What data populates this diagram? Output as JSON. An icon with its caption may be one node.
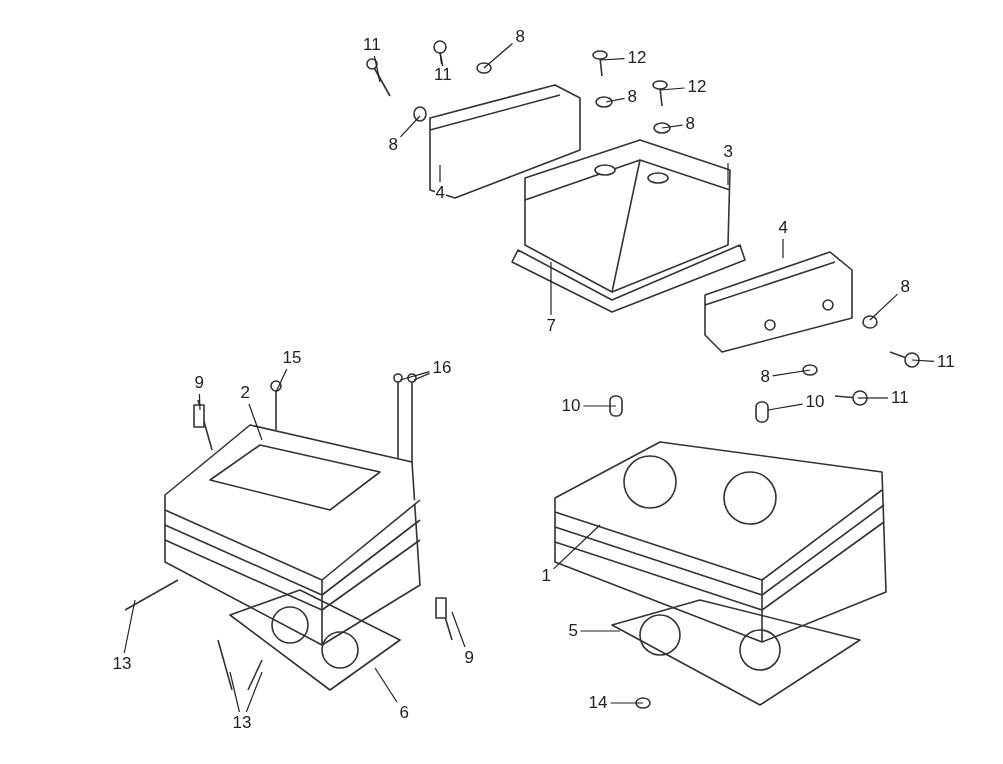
{
  "diagram": {
    "nodes": [
      {
        "text": [
          "11"
        ]
      },
      {
        "text": [
          "8"
        ]
      },
      {
        "text": [
          "12"
        ]
      },
      {
        "text": [
          "11"
        ]
      },
      {
        "text": [
          "12"
        ]
      },
      {
        "text": [
          "8"
        ]
      },
      {
        "text": [
          "8"
        ]
      },
      {
        "text": [
          "8"
        ]
      },
      {
        "text": [
          "3"
        ]
      },
      {
        "text": [
          "4"
        ]
      },
      {
        "text": [
          "4"
        ]
      },
      {
        "text": [
          "8"
        ]
      },
      {
        "text": [
          "7"
        ]
      },
      {
        "text": [
          "15"
        ]
      },
      {
        "text": [
          "11"
        ]
      },
      {
        "text": [
          "16"
        ]
      },
      {
        "text": [
          "8"
        ]
      },
      {
        "text": [
          "9"
        ]
      },
      {
        "text": [
          "2"
        ]
      },
      {
        "text": [
          "11"
        ]
      },
      {
        "text": [
          "10"
        ]
      },
      {
        "text": [
          "10"
        ]
      },
      {
        "text": [
          "1"
        ]
      },
      {
        "text": [
          "5"
        ]
      },
      {
        "text": [
          "9"
        ]
      },
      {
        "text": [
          "13"
        ]
      },
      {
        "text": [
          "14"
        ]
      },
      {
        "text": [
          "6"
        ]
      },
      {
        "text": [
          "13"
        ]
      }
    ],
    "edges": [
      {
        "from": 0,
        "to": null,
        "arrow": "none"
      },
      {
        "from": 1,
        "to": null,
        "arrow": "none"
      },
      {
        "from": 2,
        "to": null,
        "arrow": "none"
      },
      {
        "from": 3,
        "to": null,
        "arrow": "none"
      },
      {
        "from": 4,
        "to": null,
        "arrow": "none"
      },
      {
        "from": 5,
        "to": null,
        "arrow": "none"
      },
      {
        "from": 6,
        "to": null,
        "arrow": "none"
      },
      {
        "from": 7,
        "to": null,
        "arrow": "none"
      },
      {
        "from": 8,
        "to": null,
        "arrow": "none"
      },
      {
        "from": 9,
        "to": null,
        "arrow": "none"
      },
      {
        "from": 10,
        "to": null,
        "arrow": "none"
      },
      {
        "from": 11,
        "to": null,
        "arrow": "none"
      },
      {
        "from": 12,
        "to": null,
        "arrow": "none"
      },
      {
        "from": 13,
        "to": null,
        "arrow": "none"
      },
      {
        "from": 14,
        "to": null,
        "arrow": "none"
      },
      {
        "from": 15,
        "to": null,
        "arrow": "none"
      },
      {
        "from": 15,
        "to": null,
        "arrow": "none"
      },
      {
        "from": 16,
        "to": null,
        "arrow": "none"
      },
      {
        "from": 17,
        "to": null,
        "arrow": "none"
      },
      {
        "from": 18,
        "to": null,
        "arrow": "none"
      },
      {
        "from": 19,
        "to": null,
        "arrow": "none"
      },
      {
        "from": 20,
        "to": null,
        "arrow": "none"
      },
      {
        "from": 21,
        "to": null,
        "arrow": "none"
      },
      {
        "from": 22,
        "to": null,
        "arrow": "none"
      },
      {
        "from": 23,
        "to": null,
        "arrow": "none"
      },
      {
        "from": 24,
        "to": null,
        "arrow": "none"
      },
      {
        "from": 25,
        "to": null,
        "arrow": "none"
      },
      {
        "from": 26,
        "to": null,
        "arrow": "none"
      },
      {
        "from": 27,
        "to": null,
        "arrow": "none"
      },
      {
        "from": 28,
        "to": null,
        "arrow": "none"
      },
      {
        "from": 28,
        "to": null,
        "arrow": "none"
      }
    ]
  }
}
